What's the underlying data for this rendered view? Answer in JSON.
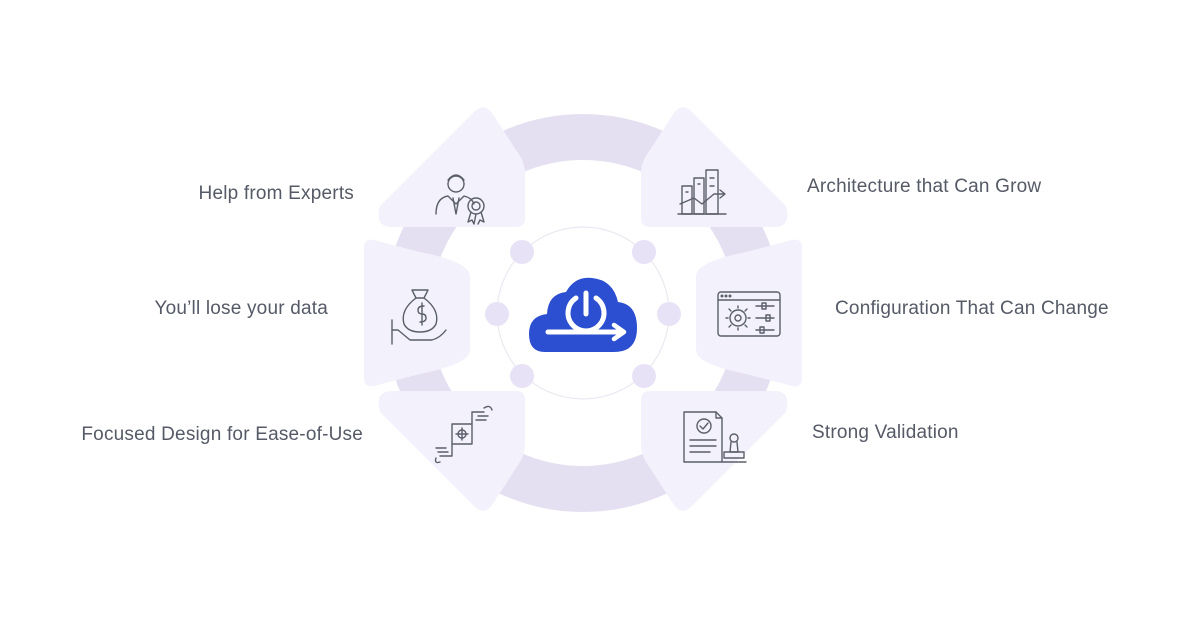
{
  "features": {
    "top_left": "Help from Experts",
    "mid_left": "You’ll lose your data",
    "bottom_left": "Focused Design for Ease-of-Use",
    "top_right": "Architecture that Can Grow",
    "mid_right": "Configuration That Can Change",
    "bottom_right": "Strong Validation"
  },
  "icons": {
    "top_left": "expert-badge-icon",
    "mid_left": "money-bag-hand-icon",
    "bottom_left": "design-hands-icon",
    "top_right": "city-growth-chart-icon",
    "mid_right": "settings-panel-icon",
    "bottom_right": "document-stamp-icon",
    "center": "cloud-power-arrow-icon"
  },
  "colors": {
    "tile": "#f3f1fb",
    "ring": "#e5e0f1",
    "dot": "#e8e2f7",
    "center_icon": "#2c4fd2",
    "text": "#555a66",
    "icon_stroke": "#5b5f6b"
  }
}
